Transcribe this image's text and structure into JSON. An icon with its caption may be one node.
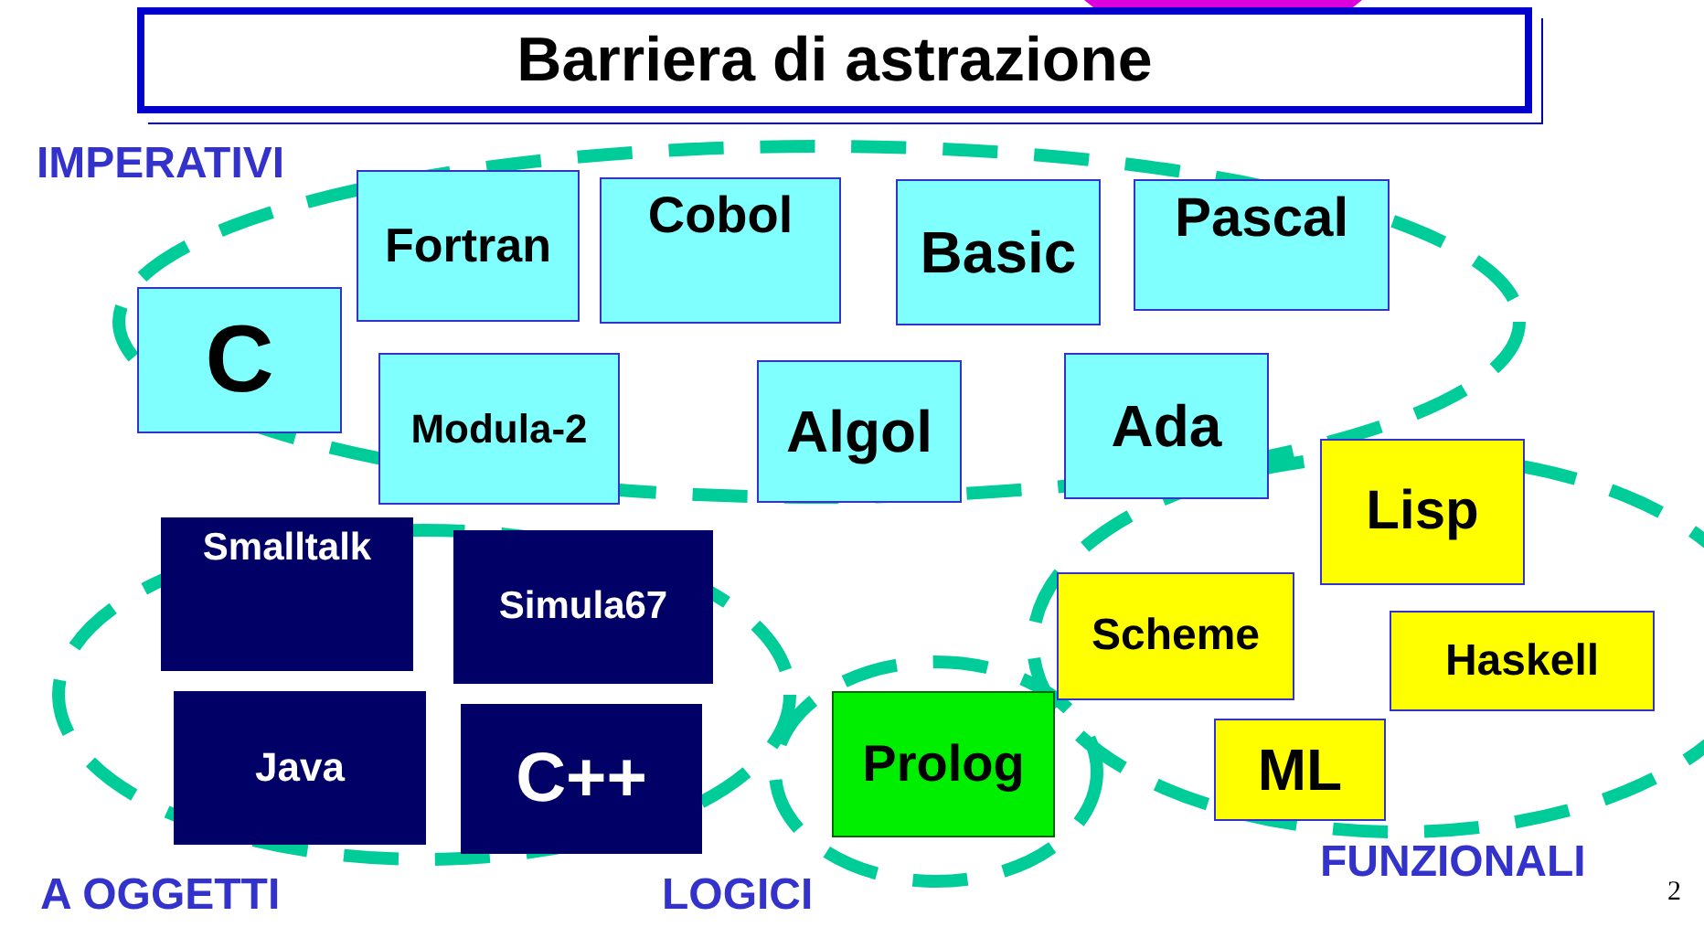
{
  "diagram": {
    "title": "Barriera di astrazione",
    "nodes": [
      {
        "text": [
          "C"
        ]
      },
      {
        "text": [
          "Fortran"
        ]
      },
      {
        "text": [
          "Cobol"
        ]
      },
      {
        "text": [
          "Basic"
        ]
      },
      {
        "text": [
          "Pascal"
        ]
      },
      {
        "text": [
          "Modula-2"
        ]
      },
      {
        "text": [
          "Algol"
        ]
      },
      {
        "text": [
          "Ada"
        ]
      },
      {
        "text": [
          "Lisp"
        ]
      },
      {
        "text": [
          "Smalltalk"
        ]
      },
      {
        "text": [
          "Simula67"
        ]
      },
      {
        "text": [
          "Java"
        ]
      },
      {
        "text": [
          "C++"
        ]
      },
      {
        "text": [
          "Prolog"
        ]
      },
      {
        "text": [
          "Scheme"
        ]
      },
      {
        "text": [
          "Haskell"
        ]
      },
      {
        "text": [
          "ML"
        ]
      }
    ],
    "labels": [
      "IMPERATIVI",
      "A OGGETTI",
      "LOGICI",
      "FUNZIONALI",
      "2"
    ]
  }
}
